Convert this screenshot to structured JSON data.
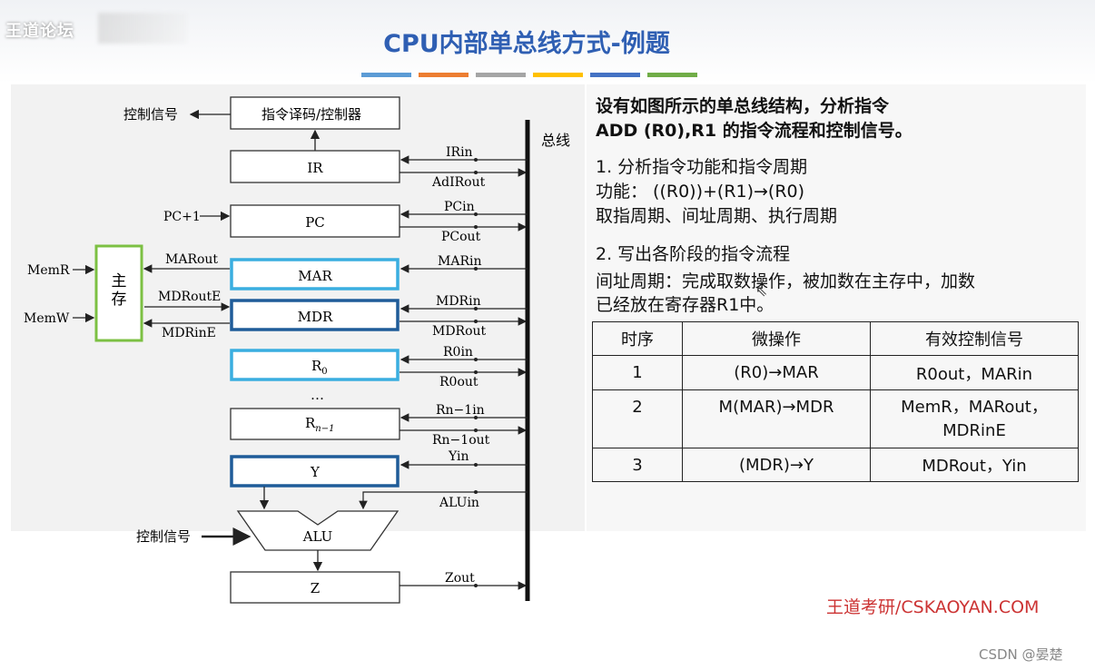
{
  "watermark": {
    "forum": "王道论坛"
  },
  "title": "CPU内部单总线方式-例题",
  "title_bar_colors": [
    "#5b9bd5",
    "#ed7d31",
    "#a5a5a5",
    "#ffc000",
    "#4472c4",
    "#70ad47"
  ],
  "diagram": {
    "bus_label": "总线",
    "control_signal_top": "控制信号",
    "control_signal_alu": "控制信号",
    "decoder": "指令译码/控制器",
    "ir": "IR",
    "ir_in": "IRin",
    "ad_ir_out": "AdIRout",
    "pc_plus": "PC+1",
    "pc": "PC",
    "pc_in": "PCin",
    "pc_out": "PCout",
    "main_mem": "主\n存",
    "mem_r": "MemR",
    "mem_w": "MemW",
    "mar_out": "MARout",
    "mdr_out_e": "MDRoutE",
    "mdr_in_e": "MDRinE",
    "mar": "MAR",
    "mar_in": "MARin",
    "mdr": "MDR",
    "mdr_in": "MDRin",
    "mdr_out": "MDRout",
    "r0": "R",
    "r0_sub": "0",
    "r0_in": "R0in",
    "r0_out": "R0out",
    "dots": "…",
    "rn": "R",
    "rn_sub": "n−1",
    "rn_in": "Rn−1in",
    "rn_out": "Rn−1out",
    "y_in": "Yin",
    "y": "Y",
    "alu_in": "ALUin",
    "alu": "ALU",
    "z": "Z",
    "z_out": "Zout",
    "highlight_light": "#3aaee0",
    "highlight_dark": "#1f5c99",
    "mem_border": "#7cc043"
  },
  "question": {
    "line1": "设有如图所示的单总线结构，分析指令",
    "line2": "ADD (R0),R1 的指令流程和控制信号。"
  },
  "step1": {
    "heading": "1.  分析指令功能和指令周期",
    "function": "功能： ((R0))+(R1)→(R0)",
    "cycles": "取指周期、间址周期、执行周期"
  },
  "step2": {
    "heading": "2.  写出各阶段的指令流程",
    "indirect1": "间址周期：完成取数操作，被加数在主存中，加数",
    "indirect2": "已经放在寄存器R1中。"
  },
  "table": {
    "headers": [
      "时序",
      "微操作",
      "有效控制信号"
    ],
    "rows": [
      {
        "t": "1",
        "op": "(R0)→MAR",
        "sig": "R0out，MARin"
      },
      {
        "t": "2",
        "op": "M(MAR)→MDR",
        "sig": "MemR，MARout，MDRinE"
      },
      {
        "t": "3",
        "op": "(MDR)→Y",
        "sig": "MDRout，Yin"
      }
    ]
  },
  "brand": "王道考研/CSKAOYAN.COM",
  "credit": "CSDN @晏楚"
}
